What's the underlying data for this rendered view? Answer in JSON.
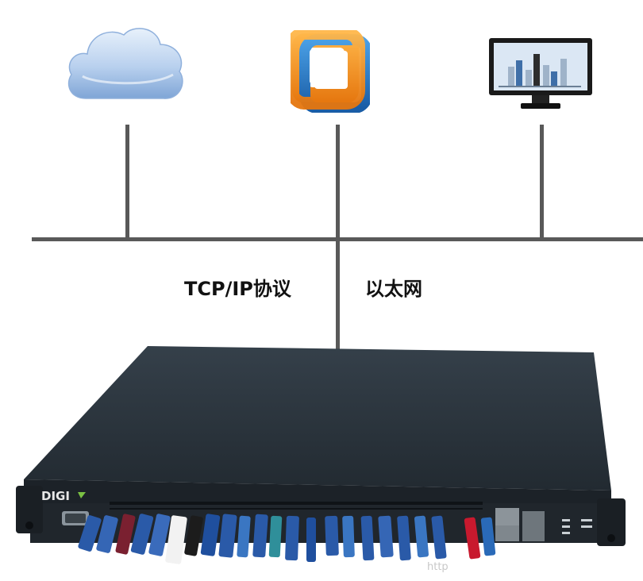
{
  "labels": {
    "protocol": "TCP/IP协议",
    "network": "以太网"
  },
  "device": {
    "brand": "DIGI"
  },
  "watermark": "http",
  "icons": {
    "cloud": "cloud-icon",
    "vmware": "vmware-icon",
    "monitor": "monitor-chart-icon"
  },
  "colors": {
    "line": "#595959",
    "cloud": "#bcd3ef",
    "vmware_outer": "#f7941d",
    "vmware_inner": "#1f6fb8",
    "device_body": "#2a3239",
    "usb_blue": "#2a5aa8"
  }
}
